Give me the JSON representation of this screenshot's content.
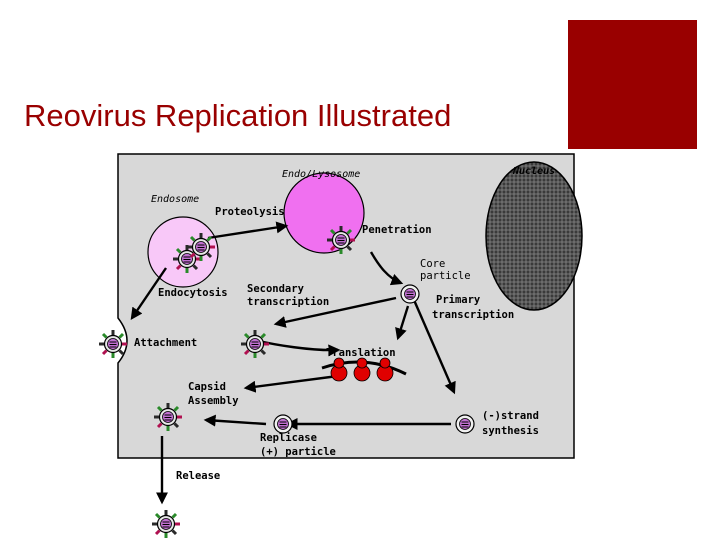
{
  "slide": {
    "title": "Reovirus Replication Illustrated",
    "accent_color": "#990000"
  },
  "diagram": {
    "compartments": {
      "endosome": "Endosome",
      "endolysosome": "Endo/Lysosome",
      "nucleus": "Nucleus"
    },
    "steps": {
      "proteolysis": "Proteolysis",
      "penetration": "Penetration",
      "core_particle_1": "Core",
      "core_particle_2": "particle",
      "endocytosis": "Endocytosis",
      "secondary_1": "Secondary",
      "secondary_2": "transcription",
      "primary_1": "Primary",
      "primary_2": "transcription",
      "attachment": "Attachment",
      "translation": "Translation",
      "capsid_1": "Capsid",
      "capsid_2": "Assembly",
      "minus_strand_1": "(-)strand",
      "minus_strand_2": "synthesis",
      "replicase_1": "Replicase",
      "replicase_2": "(+) particle",
      "release": "Release"
    },
    "colors": {
      "cell": "#d8d8d8",
      "endosome": "#f8c8f8",
      "lysosome": "#f070f0",
      "nucleus": "#303030",
      "ribosome": "#e00000"
    }
  }
}
